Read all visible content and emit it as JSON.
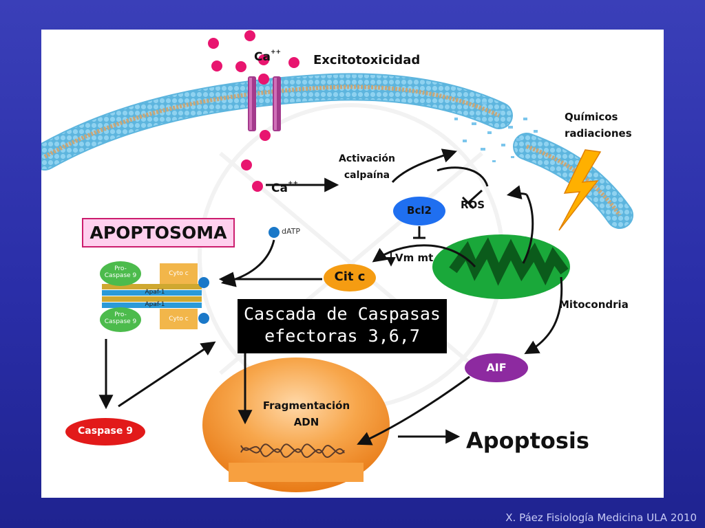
{
  "labels": {
    "ca_top": "Ca",
    "ca_top_sup": "++",
    "excito": "Excitotoxicidad",
    "quimicos": "Químicos",
    "radiaciones": "radiaciones",
    "activacion": "Activación",
    "calpaina": "calpaína",
    "ca_mid": "Ca",
    "ca_mid_sup": "++",
    "ros": "ROS",
    "bcl2": "Bcl2",
    "apoptosoma": "APOPTOSOMA",
    "datp": "dATP",
    "vm_mt": "Vm mt",
    "cit_c": "Cit c",
    "mitocondria": "Mitocondria",
    "cascade_line1": "Cascada de Caspasas",
    "cascade_line2": "efectoras 3,6,7",
    "aif": "AIF",
    "fragmentacion": "Fragmentación",
    "adn": "ADN",
    "apoptosis": "Apoptosis",
    "procaspase9": "Pro-",
    "procaspase9b": "Caspase 9",
    "cytoc": "Cyto c",
    "apaf1": "Apaf-1",
    "caspase9": "Caspase 9"
  },
  "footer": "X. Páez Fisiología Medicina ULA 2010",
  "colors": {
    "background": "#2e32ac",
    "calcium": "#e8156f",
    "membrane": "#8fd2f0",
    "mitochondria": "#1aa83a",
    "bcl2": "#1f6ff0",
    "cit_c": "#f59c12",
    "aif": "#8d2aa0",
    "caspase9": "#e21a1a",
    "nucleus": "#f39a3a",
    "apoptosoma_fill": "#ffd0ee",
    "apoptosoma_border": "#cc1d6d"
  }
}
